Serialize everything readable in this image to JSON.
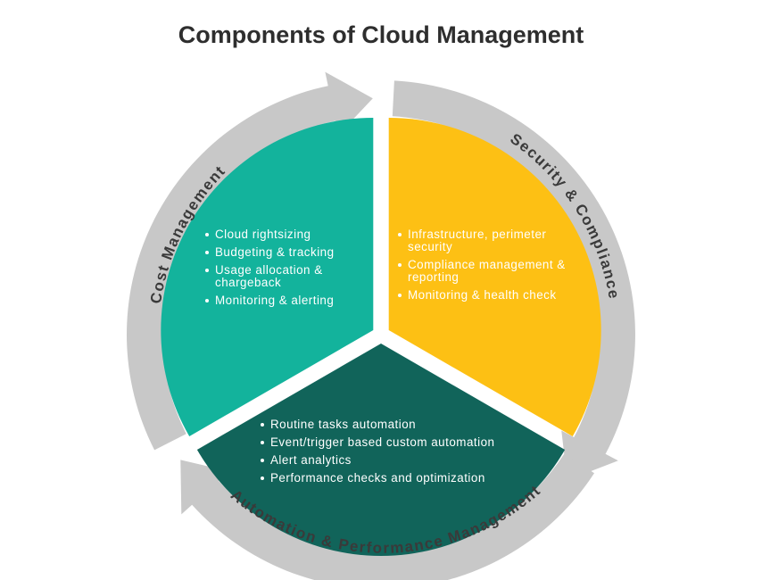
{
  "title": "Components of Cloud Management",
  "colors": {
    "ring": "#c8c8c8",
    "cost": "#13b39c",
    "security": "#fdc014",
    "automation": "#11645a",
    "label": "#3a3a3a"
  },
  "segments": {
    "cost": {
      "label": "Cost Management",
      "items": [
        "Cloud rightsizing",
        "Budgeting & tracking",
        "Usage allocation & chargeback",
        "Monitoring & alerting"
      ]
    },
    "security": {
      "label": "Security & Compliance",
      "items": [
        "Infrastructure, perimeter security",
        "Compliance management & reporting",
        "Monitoring & health check"
      ]
    },
    "automation": {
      "label": "Automation & Performance Management",
      "items": [
        "Routine tasks automation",
        "Event/trigger based custom automation",
        "Alert analytics",
        "Performance checks and optimization"
      ]
    }
  }
}
